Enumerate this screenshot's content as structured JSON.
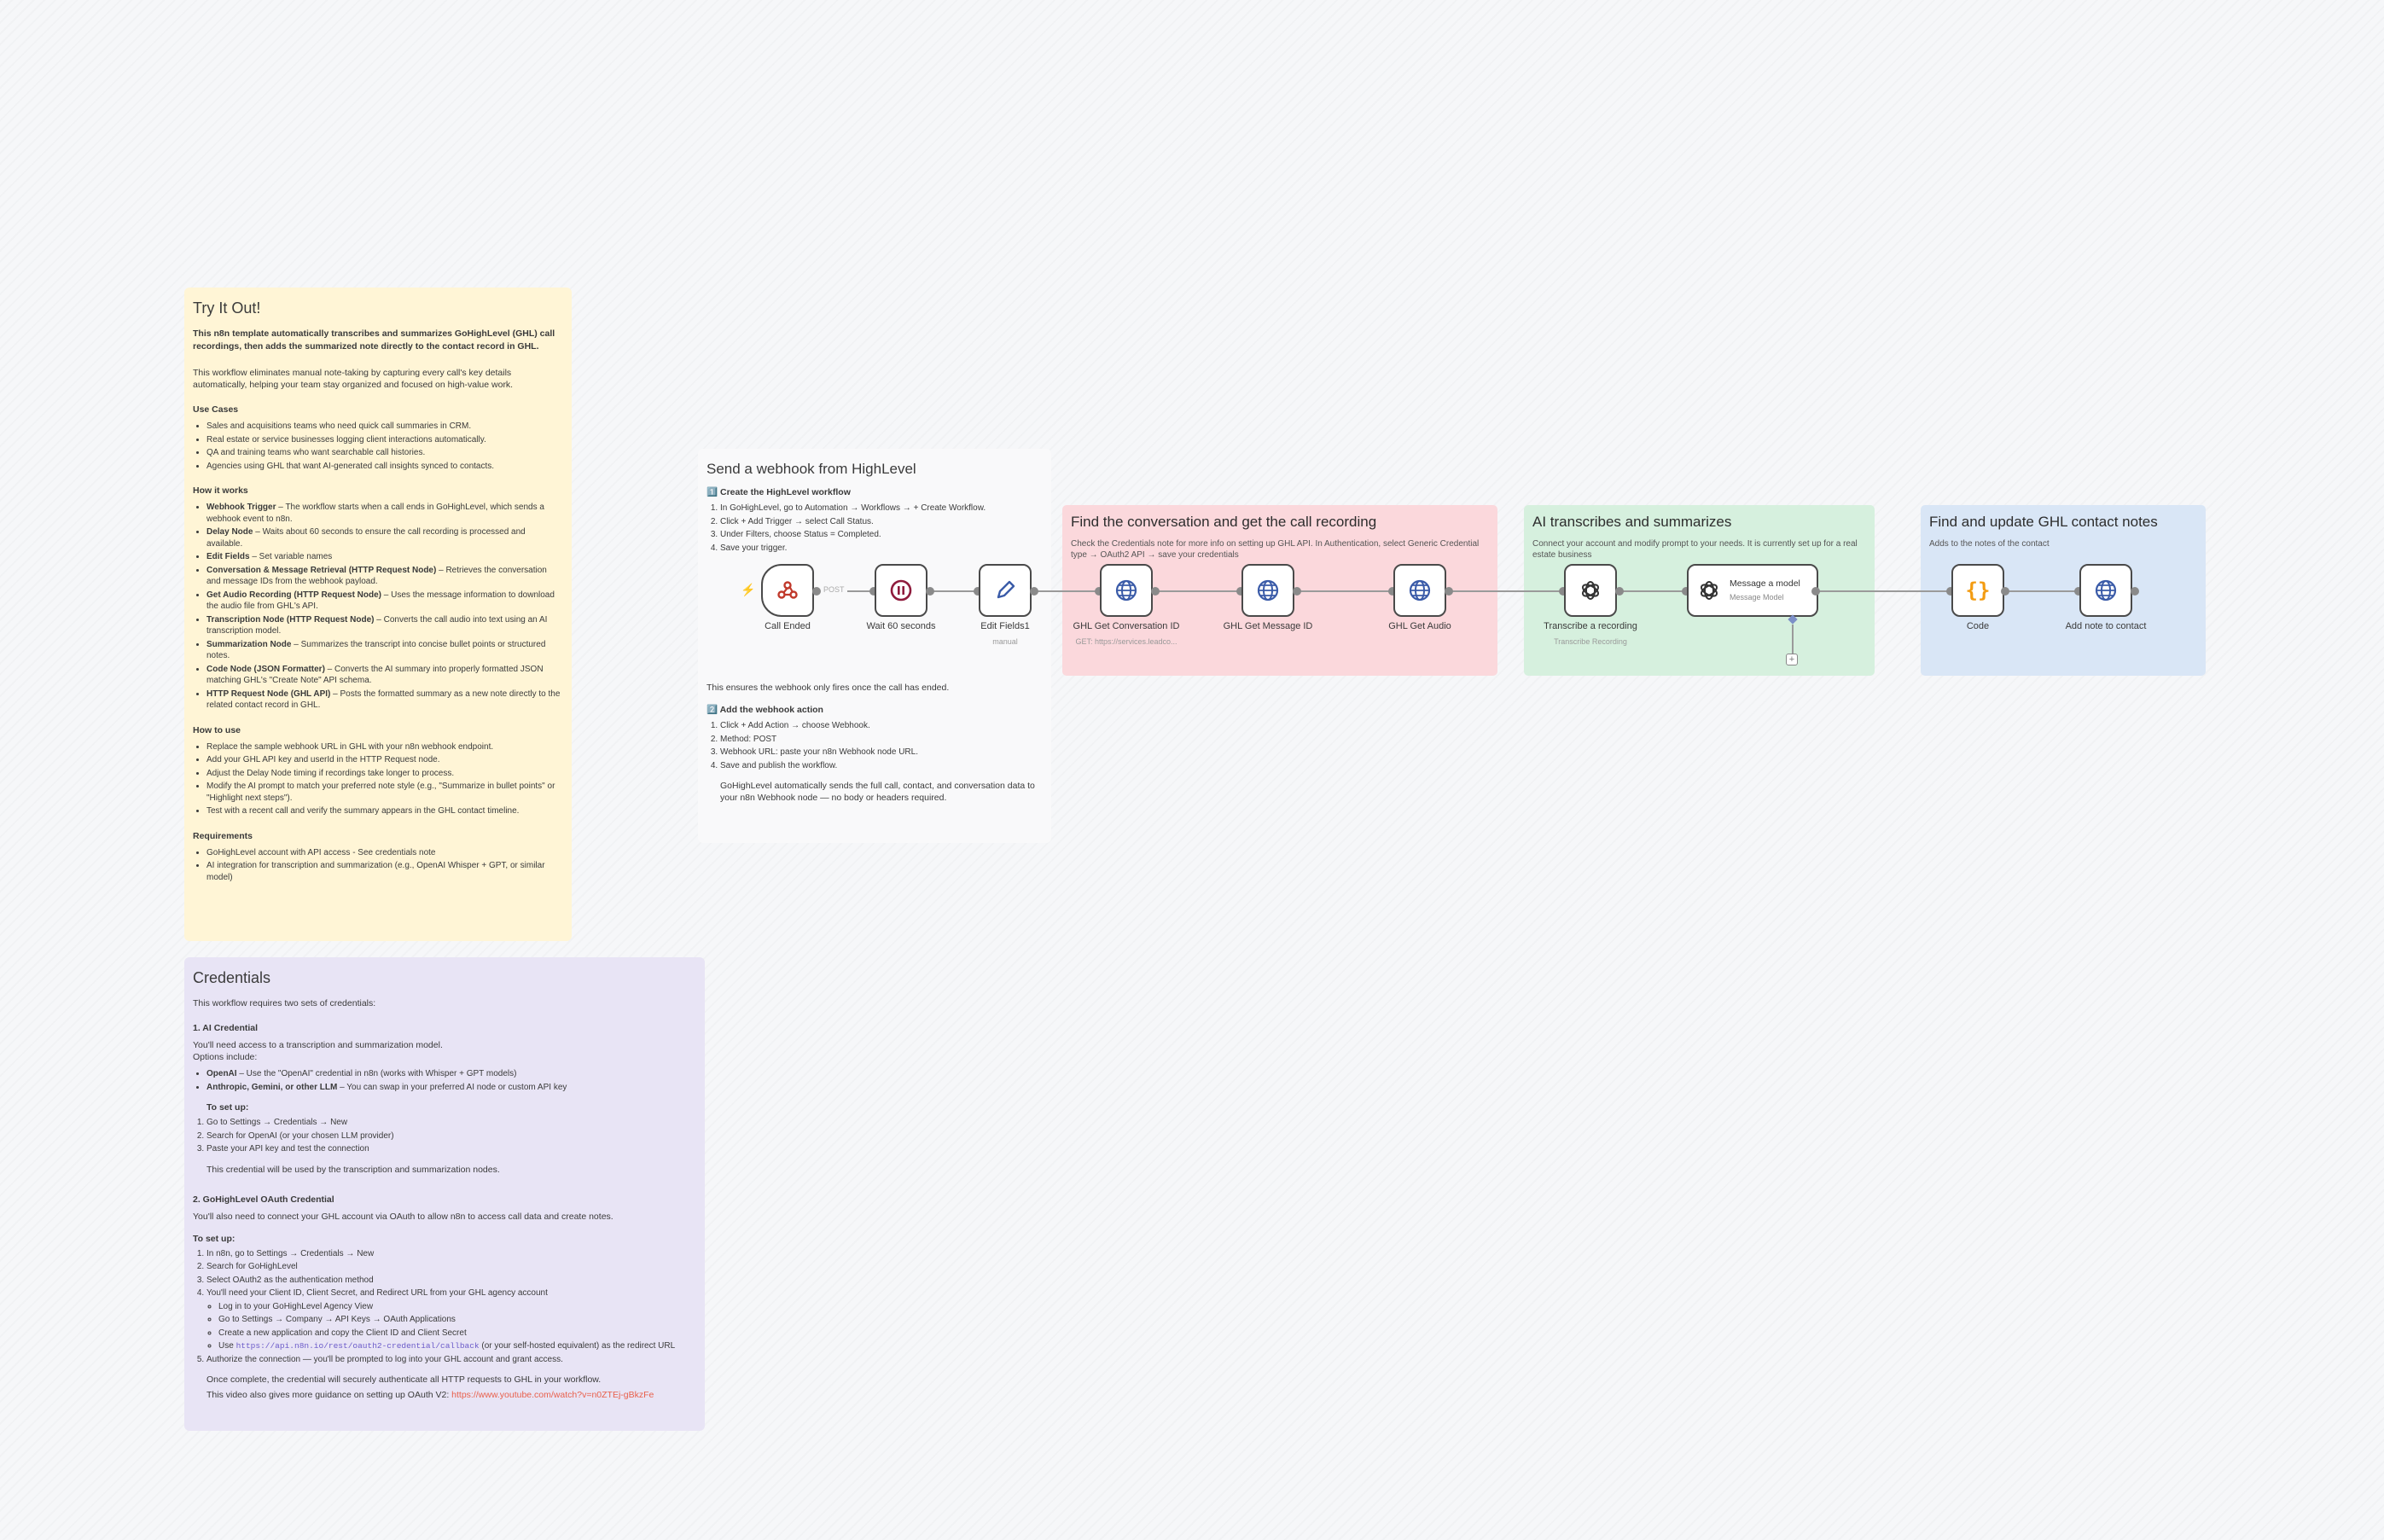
{
  "try_it": {
    "title": "Try It Out!",
    "lead": "This n8n template automatically transcribes and summarizes GoHighLevel (GHL) call recordings, then adds the summarized note directly to the contact record in GHL.",
    "intro": "This workflow eliminates manual note-taking by capturing every call's key details automatically, helping your team stay organized and focused on high-value work.",
    "use_cases_title": "Use Cases",
    "use_cases": [
      "Sales and acquisitions teams who need quick call summaries in CRM.",
      "Real estate or service businesses logging client interactions automatically.",
      "QA and training teams who want searchable call histories.",
      "Agencies using GHL that want AI-generated call insights synced to contacts."
    ],
    "how_title": "How it works",
    "how_items": [
      {
        "b": "Webhook Trigger",
        "t": " – The workflow starts when a call ends in GoHighLevel, which sends a webhook event to n8n."
      },
      {
        "b": "Delay Node",
        "t": " – Waits about 60 seconds to ensure the call recording is processed and available."
      },
      {
        "b": "Edit Fields",
        "t": " – Set variable names"
      },
      {
        "b": "Conversation & Message Retrieval (HTTP Request Node)",
        "t": " – Retrieves the conversation and message IDs from the webhook payload."
      },
      {
        "b": "Get Audio Recording (HTTP Request Node)",
        "t": " – Uses the message information to download the audio file from GHL's API."
      },
      {
        "b": "Transcription Node (HTTP Request Node)",
        "t": " – Converts the call audio into text using an AI transcription model."
      },
      {
        "b": "Summarization Node",
        "t": " – Summarizes the transcript into concise bullet points or structured notes."
      },
      {
        "b": "Code Node (JSON Formatter)",
        "t": " – Converts the AI summary into properly formatted JSON matching GHL's \"Create Note\" API schema."
      },
      {
        "b": "HTTP Request Node (GHL API)",
        "t": " – Posts the formatted summary as a new note directly to the related contact record in GHL."
      }
    ],
    "howto_title": "How to use",
    "howto_items": [
      "Replace the sample webhook URL in GHL with your n8n webhook endpoint.",
      "Add your GHL API key and userId in the HTTP Request node.",
      "Adjust the Delay Node timing if recordings take longer to process.",
      "Modify the AI prompt to match your preferred note style (e.g., \"Summarize in bullet points\" or \"Highlight next steps\").",
      "Test with a recent call and verify the summary appears in the GHL contact timeline."
    ],
    "req_title": "Requirements",
    "req_items": [
      "GoHighLevel account with API access - See credentials note",
      "AI integration for transcription and summarization (e.g., OpenAI Whisper + GPT, or similar model)"
    ]
  },
  "credentials": {
    "title": "Credentials",
    "intro": "This workflow requires two sets of credentials:",
    "ai_title": "1. AI Credential",
    "ai_intro": "You'll need access to a transcription and summarization model.",
    "ai_options_label": "Options include:",
    "ai_options": [
      {
        "b": "OpenAI",
        "t": " – Use the \"OpenAI\" credential in n8n (works with Whisper + GPT models)"
      },
      {
        "b": "Anthropic, Gemini, or other LLM",
        "t": " – You can swap in your preferred AI node or custom API key"
      }
    ],
    "ai_setup_label": "To set up:",
    "ai_setup": [
      "Go to Settings → Credentials → New",
      "Search for OpenAI (or your chosen LLM provider)",
      "Paste your API key and test the connection"
    ],
    "ai_note": "This credential will be used by the transcription and summarization nodes.",
    "ghl_title": "2. GoHighLevel OAuth Credential",
    "ghl_intro": "You'll also need to connect your GHL account via OAuth to allow n8n to access call data and create notes.",
    "ghl_setup_label": "To set up:",
    "ghl_setup": [
      "In n8n, go to Settings → Credentials → New",
      "Search for GoHighLevel",
      "Select OAuth2 as the authentication method",
      "You'll need your Client ID, Client Secret, and Redirect URL from your GHL agency account"
    ],
    "ghl_sub": [
      "Log in to your GoHighLevel Agency View",
      "Go to Settings → Company → API Keys → OAuth Applications",
      "Create a new application and copy the Client ID and Client Secret"
    ],
    "ghl_sub_use_prefix": "Use",
    "ghl_sub_use_url": "https://api.n8n.io/rest/oauth2-credential/callback",
    "ghl_sub_use_suffix": "(or your self-hosted equivalent) as the redirect URL",
    "ghl_step5": "Authorize the connection — you'll be prompted to log into your GHL account and grant access.",
    "ghl_done": "Once complete, the credential will securely authenticate all HTTP requests to GHL in your workflow.",
    "video_prefix": "This video also gives more guidance on setting up OAuth V2:",
    "video_url": "https://www.youtube.com/watch?v=n0ZTEj-gBkzFe"
  },
  "webhook": {
    "title": "Send a webhook from HighLevel",
    "step1": "1️⃣ Create the HighLevel workflow",
    "step1_items": [
      "In GoHighLevel, go to Automation → Workflows → + Create Workflow.",
      "Click + Add Trigger → select Call Status.",
      "Under Filters, choose Status = Completed.",
      "Save your trigger."
    ],
    "ensure": "This ensures the webhook only fires once the call has ended.",
    "step2": "2️⃣ Add the webhook action",
    "step2_items": [
      "Click + Add Action → choose Webhook.",
      "Method: POST",
      "Webhook URL: paste your n8n Webhook node URL.",
      "Save and publish the workflow."
    ],
    "footer": "GoHighLevel automatically sends the full call, contact, and conversation data to your n8n Webhook node — no body or headers required."
  },
  "sections": {
    "red": {
      "title": "Find the conversation and get the call recording",
      "desc": "Check the Credentials note for more info on setting up GHL API. In Authentication, select Generic Credential type → OAuth2 API → save your credentials"
    },
    "green": {
      "title": "AI transcribes and summarizes",
      "desc": "Connect your account and modify prompt to your needs. It is currently set up for a real estate business"
    },
    "blue": {
      "title": "Find and update GHL contact notes",
      "desc": "Adds to the notes of the contact"
    }
  },
  "nodes": {
    "call_ended": {
      "label": "Call Ended",
      "icon": "webhook-icon"
    },
    "wait": {
      "label": "Wait 60 seconds",
      "icon": "pause-icon"
    },
    "edit": {
      "label": "Edit Fields1",
      "sub": "manual",
      "icon": "pencil-icon"
    },
    "conv": {
      "label": "GHL Get Conversation ID",
      "sub": "GET: https://services.leadco...",
      "icon": "globe-icon"
    },
    "msg": {
      "label": "GHL Get Message ID",
      "icon": "globe-icon"
    },
    "audio": {
      "label": "GHL Get Audio",
      "icon": "globe-icon"
    },
    "transcribe": {
      "label": "Transcribe a recording",
      "sub": "Transcribe Recording",
      "icon": "openai-icon"
    },
    "message_model": {
      "title": "Message a model",
      "sub": "Message Model",
      "icon": "openai-icon"
    },
    "code": {
      "label": "Code",
      "icon": "code-braces-icon"
    },
    "add_note": {
      "label": "Add note to contact",
      "icon": "globe-icon"
    },
    "edge_label": "POST"
  }
}
